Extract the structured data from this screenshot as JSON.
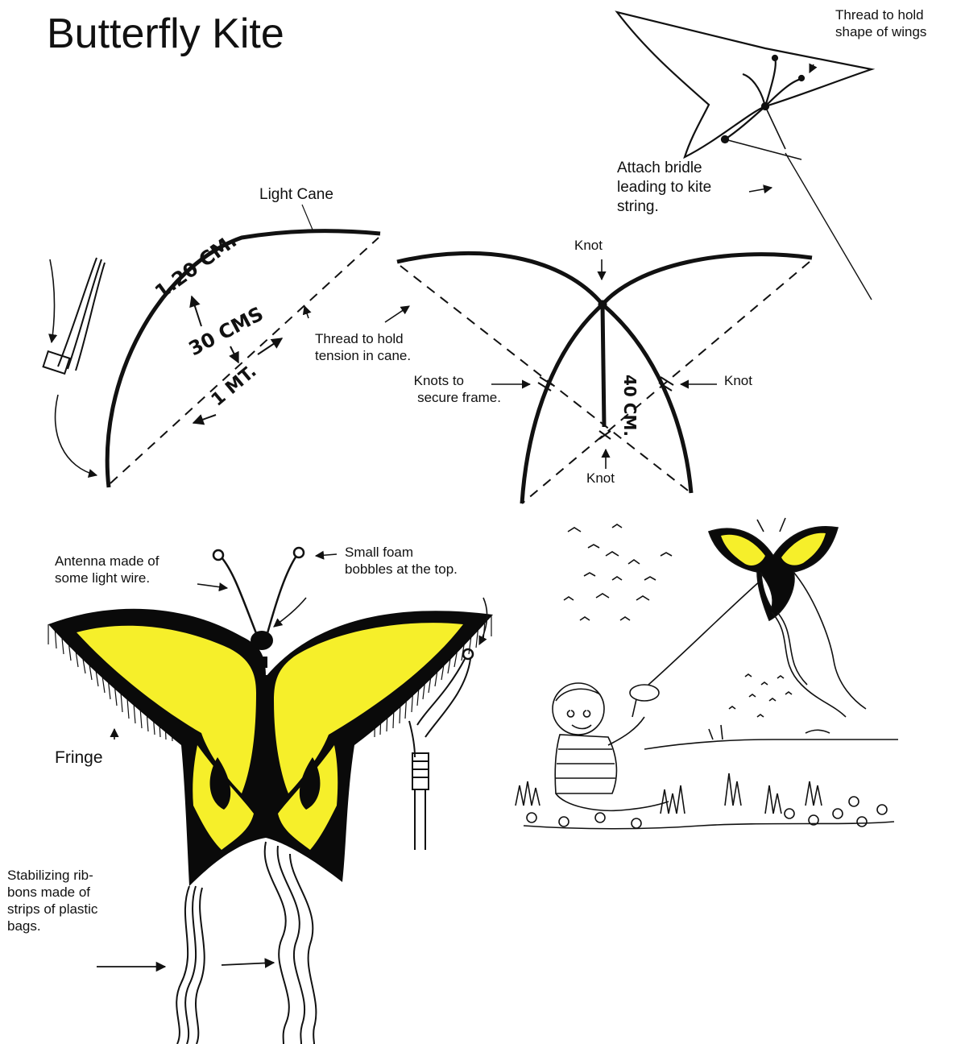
{
  "title": "Butterfly Kite",
  "labels": {
    "thread_wings": [
      "Thread to hold",
      "shape of wings"
    ],
    "attach_bridle": [
      "Attach bridle",
      "leading to kite",
      "string."
    ],
    "light_cane": "Light Cane",
    "knot_top": "Knot",
    "knot_right": "Knot",
    "knot_bottom": "Knot",
    "thread_tension": [
      "Thread to hold",
      "tension in cane."
    ],
    "knots_secure": [
      "Knots to",
      "secure frame."
    ],
    "antenna": [
      "Antenna made of",
      "some light wire."
    ],
    "foam_bobbles": [
      "Small foam",
      "bobbles at the top."
    ],
    "fringe": "Fringe",
    "ribbons": [
      "Stabilizing rib-",
      "bons made of",
      "strips of plastic",
      "bags."
    ]
  },
  "hand_lettering": {
    "cane_length": "1.20 CM.",
    "depth": "30 CMS",
    "span": "1 MT.",
    "height": "40 CM."
  },
  "colors": {
    "wing_yellow": "#f6ef2a",
    "ink": "#0a0a0a"
  }
}
